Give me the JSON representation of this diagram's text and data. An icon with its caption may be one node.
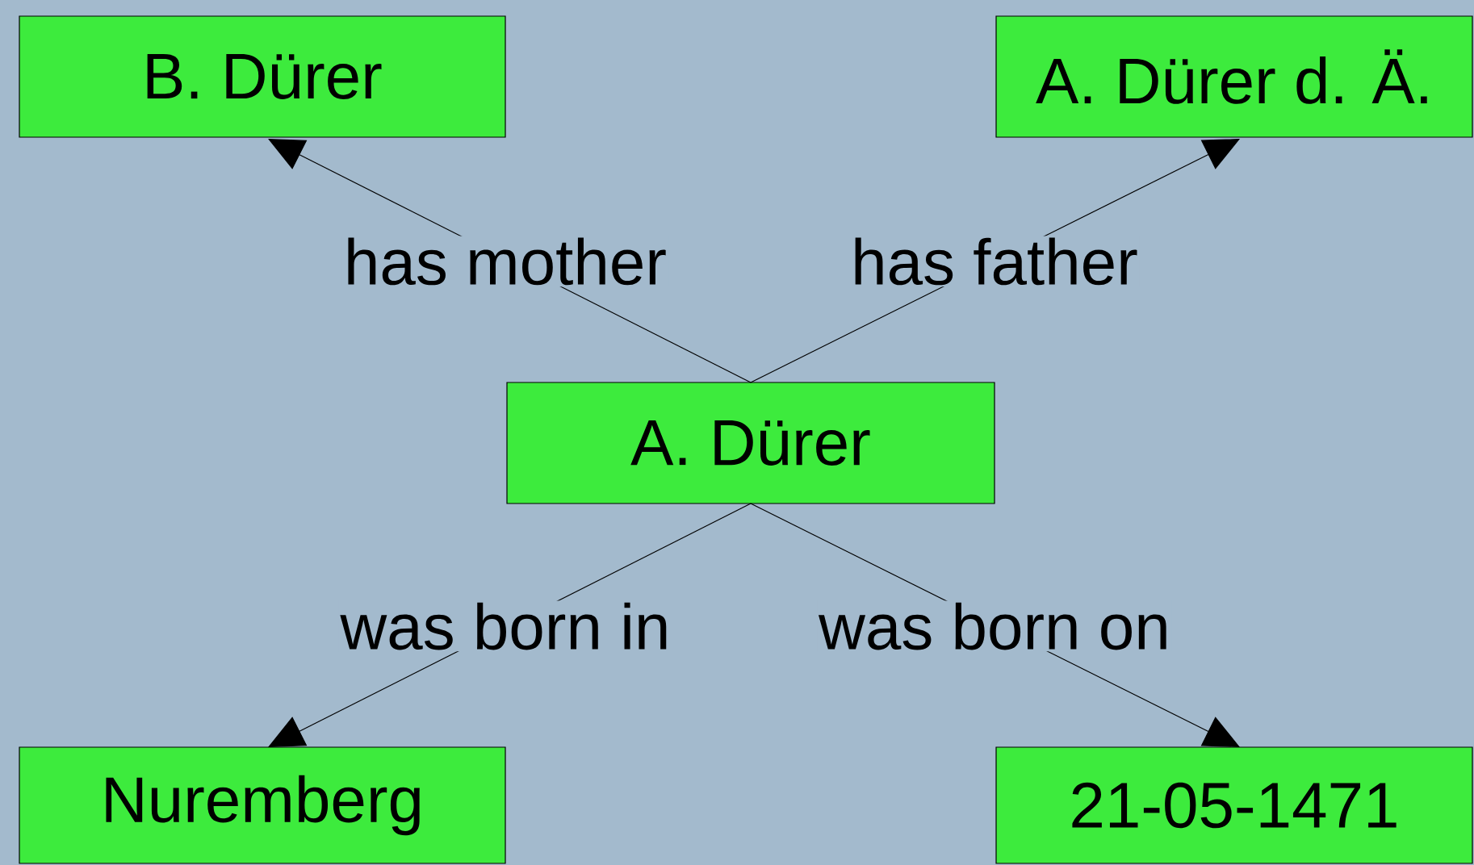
{
  "diagram": {
    "nodes": [
      {
        "text": [
          "B. Dürer"
        ]
      },
      {
        "text": [
          "A. Dürer d. Ä."
        ]
      },
      {
        "text": [
          "A. Dürer"
        ]
      },
      {
        "text": [
          "Nuremberg"
        ]
      },
      {
        "text": [
          "21-05-1471"
        ]
      }
    ],
    "edges": [
      {
        "from": 2,
        "to": 0,
        "arrow": "to",
        "label": "has mother"
      },
      {
        "from": 2,
        "to": 1,
        "arrow": "to",
        "label": "has father"
      },
      {
        "from": 2,
        "to": 3,
        "arrow": "to",
        "label": "was born in"
      },
      {
        "from": 2,
        "to": 4,
        "arrow": "to",
        "label": "was born on"
      }
    ]
  }
}
